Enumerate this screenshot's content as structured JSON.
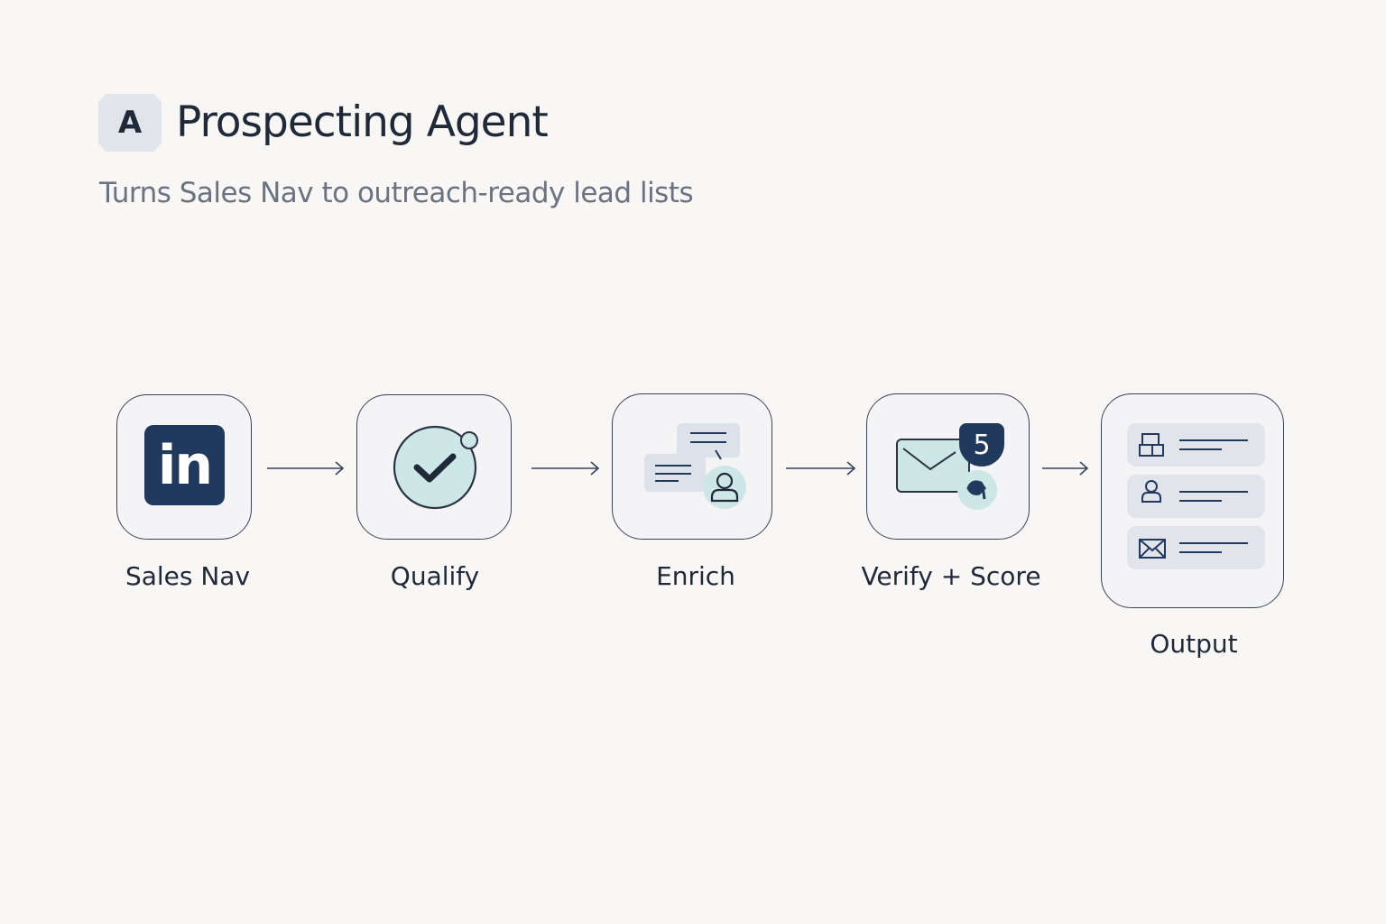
{
  "header": {
    "badge_letter": "A",
    "title": "Prospecting Agent",
    "subtitle": "Turns Sales Nav to outreach-ready lead lists"
  },
  "steps": [
    {
      "label": "Sales Nav",
      "icon": "linkedin-icon",
      "icon_text": "in"
    },
    {
      "label": "Qualify",
      "icon": "check-circle-icon"
    },
    {
      "label": "Enrich",
      "icon": "chat-person-icon"
    },
    {
      "label": "Verify + Score",
      "icon": "envelope-score-icon",
      "score": "5"
    },
    {
      "label": "Output",
      "icon": "lead-list-icon"
    }
  ],
  "colors": {
    "navy": "#22395e",
    "teal": "#cde6e6",
    "border": "#3a4356"
  }
}
